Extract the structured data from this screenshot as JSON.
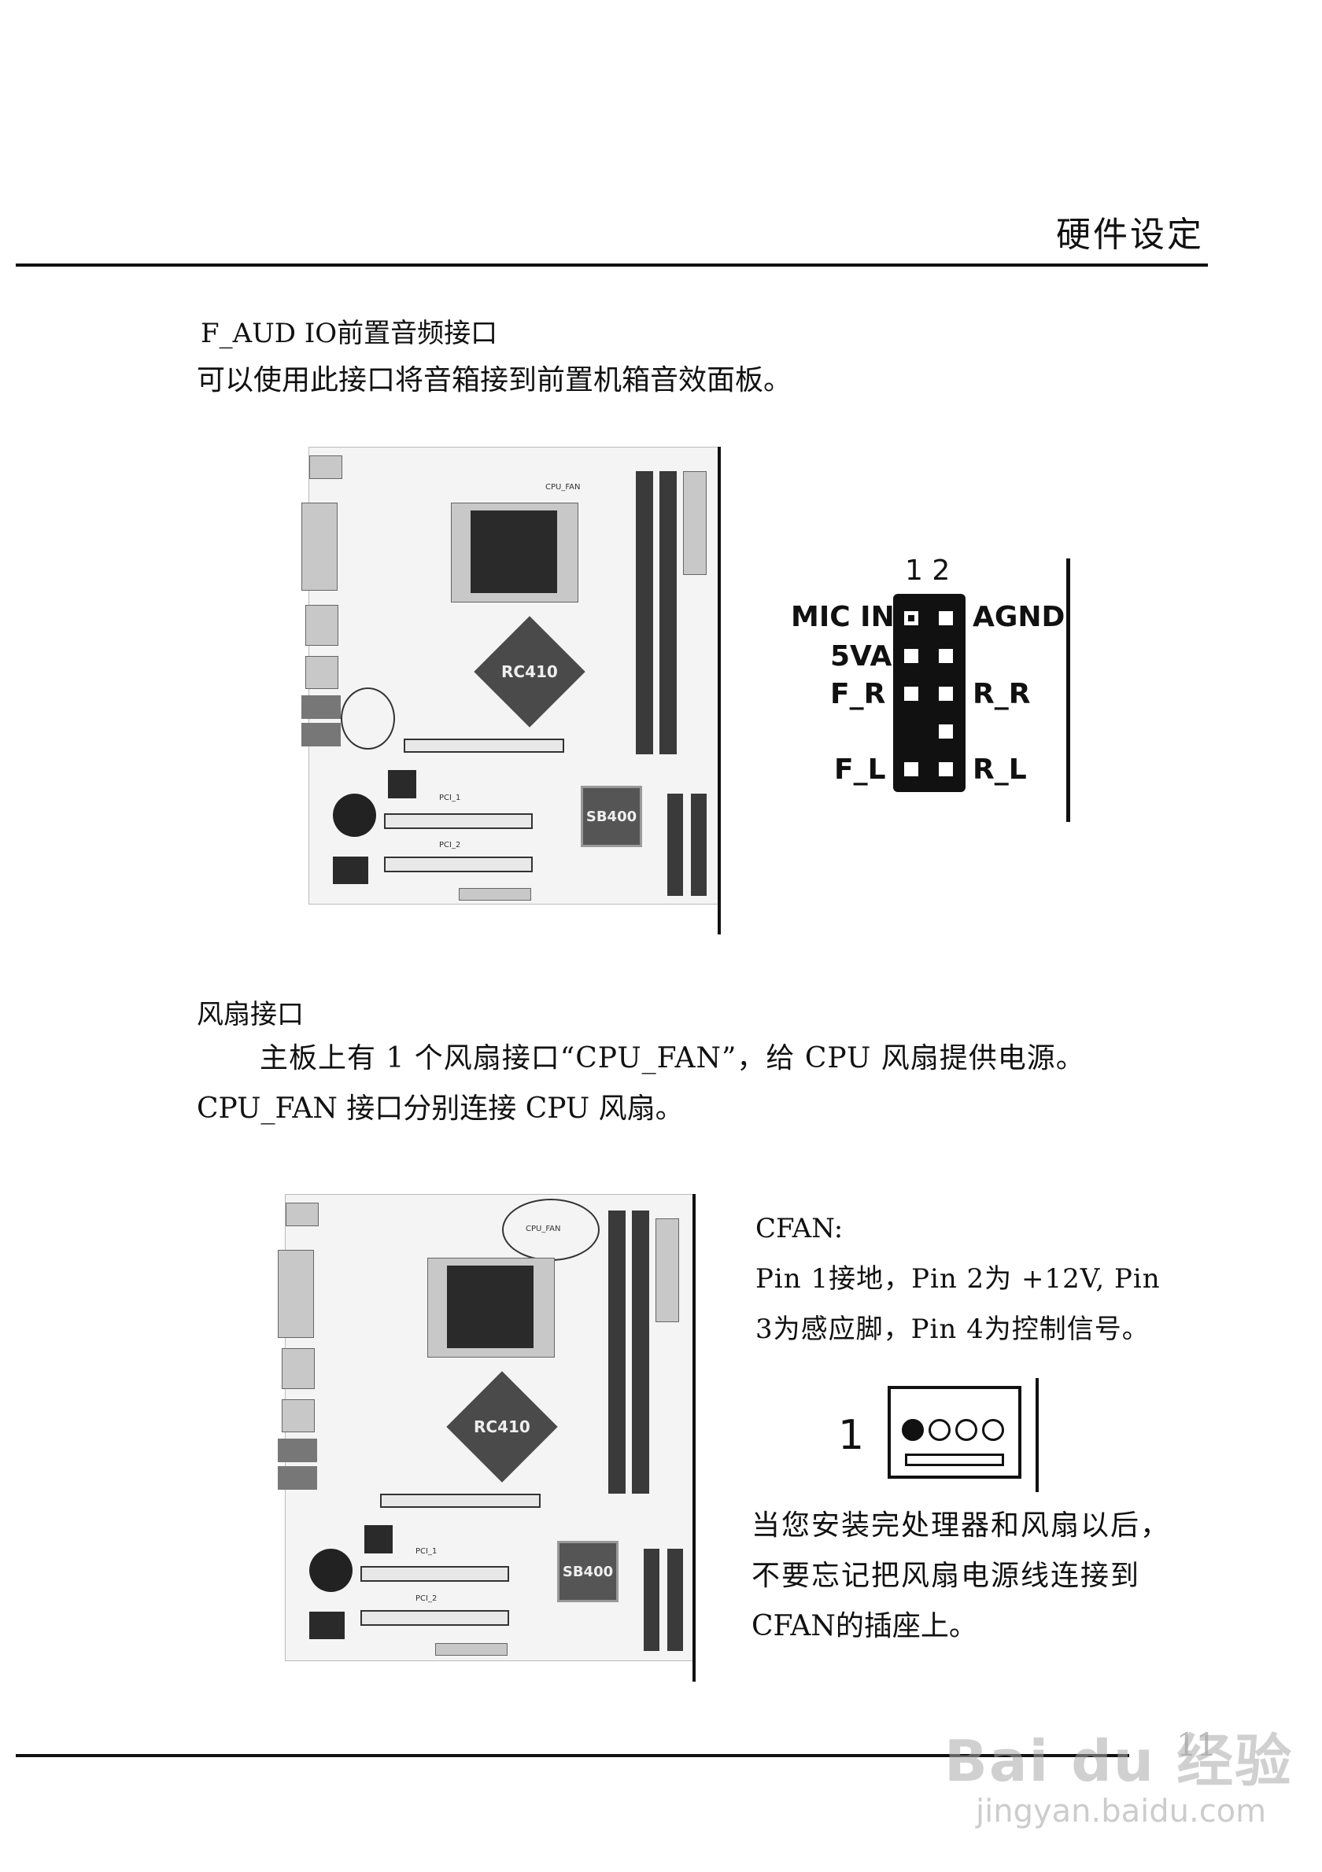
{
  "header": {
    "title": "硬件设定"
  },
  "sections": {
    "audio": {
      "heading": "F_AUD IO前置音频接口",
      "desc": "可以使用此接口将音箱接到前置机箱音效面板。",
      "pin_numbers": "1 2",
      "pins": {
        "mic_in": "MIC IN",
        "agnd": "AGND",
        "5va": "5VA",
        "f_r": "F_R",
        "r_r": "R_R",
        "f_l": "F_L",
        "r_l": "R_L"
      }
    },
    "fan": {
      "heading": "风扇接口",
      "para1": "主板上有 1 个风扇接口“CPU_FAN”，给 CPU  风扇提供电源。",
      "para2": "CPU_FAN 接口分别连接 CPU 风扇。",
      "cfan_label": "CFAN:",
      "pin_desc_1": "Pin  1接地，Pin  2为 +12V, Pin",
      "pin_desc_2": "3为感应脚，Pin  4为控制信号。",
      "connector_pin1": "1",
      "note_1": "当您安装完处理器和风扇以后，",
      "note_2": "不要忘记把风扇电源线连接到",
      "note_3": "CFAN的插座上。"
    }
  },
  "board": {
    "chipset_label": "RC410",
    "southbridge_label": "SB400",
    "cpu_fan_label": "CPU_FAN",
    "pci_label": "PCI_1",
    "pci2_label": "PCI_2"
  },
  "footer": {
    "page_number": "11"
  },
  "watermark": {
    "logo": "Bai du 经验",
    "url": "jingyan.baidu.com"
  }
}
